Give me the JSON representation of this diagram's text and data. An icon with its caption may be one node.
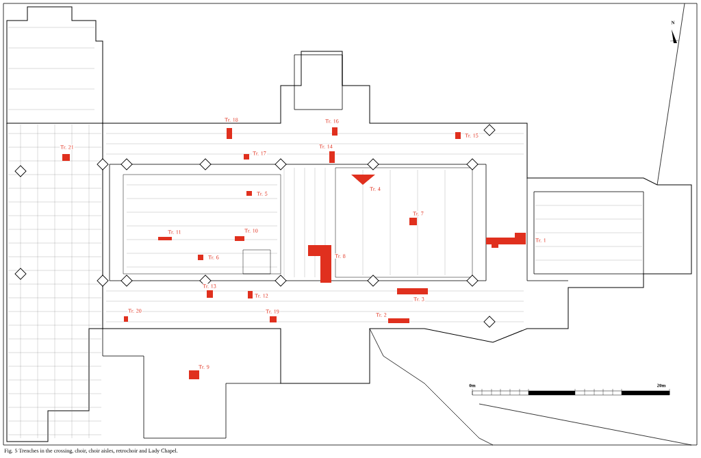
{
  "diagram": {
    "caption": "Fig. 5   Trenches in the crossing, choir, choir aisles, retrochoir and Lady Chapel.",
    "labels": [
      "N",
      "Tr. 18",
      "Tr. 16",
      "Tr. 15",
      "Tr. 21",
      "Tr. 14",
      "Tr. 17",
      "Tr. 4",
      "Tr. 5",
      "Tr. 7",
      "Tr. 11",
      "Tr. 10",
      "Tr. 1",
      "Tr. 6",
      "Tr. 8",
      "Tr. 13",
      "Tr. 12",
      "Tr. 3",
      "Tr. 20",
      "Tr. 19",
      "Tr. 2",
      "Tr. 9",
      "0m",
      "20m"
    ]
  }
}
